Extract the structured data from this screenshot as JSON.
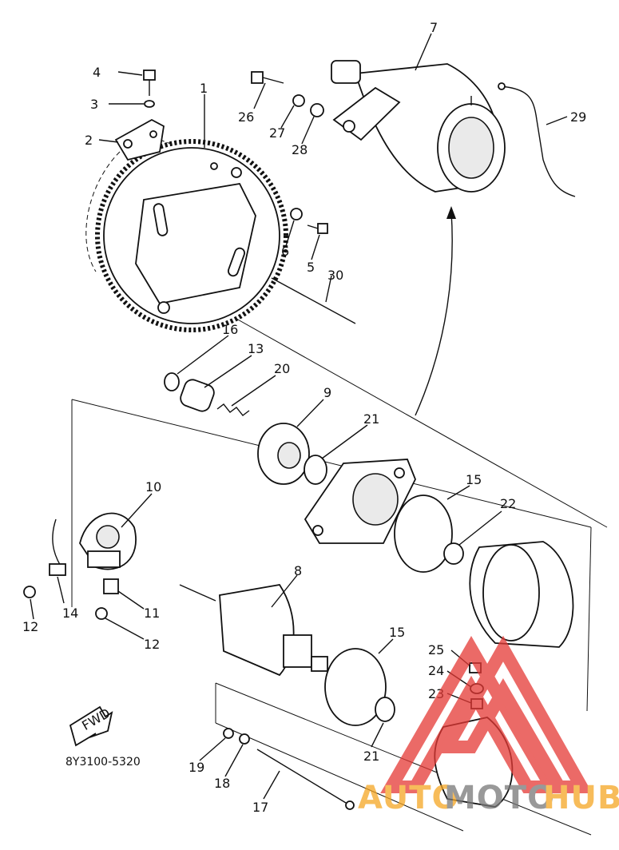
{
  "diagram": {
    "code": "8Y3100-5320",
    "fwd_label": "FWD",
    "part_labels": [
      {
        "id": "p1",
        "text": "1"
      },
      {
        "id": "p2",
        "text": "2"
      },
      {
        "id": "p3",
        "text": "3"
      },
      {
        "id": "p4",
        "text": "4"
      },
      {
        "id": "p5",
        "text": "5"
      },
      {
        "id": "p6",
        "text": "6"
      },
      {
        "id": "p7",
        "text": "7"
      },
      {
        "id": "p8",
        "text": "8"
      },
      {
        "id": "p9",
        "text": "9"
      },
      {
        "id": "p10",
        "text": "10"
      },
      {
        "id": "p11",
        "text": "11"
      },
      {
        "id": "p12a",
        "text": "12"
      },
      {
        "id": "p12b",
        "text": "12"
      },
      {
        "id": "p13",
        "text": "13"
      },
      {
        "id": "p14",
        "text": "14"
      },
      {
        "id": "p15a",
        "text": "15"
      },
      {
        "id": "p15b",
        "text": "15"
      },
      {
        "id": "p16",
        "text": "16"
      },
      {
        "id": "p17",
        "text": "17"
      },
      {
        "id": "p18",
        "text": "18"
      },
      {
        "id": "p19",
        "text": "19"
      },
      {
        "id": "p20",
        "text": "20"
      },
      {
        "id": "p21a",
        "text": "21"
      },
      {
        "id": "p21b",
        "text": "21"
      },
      {
        "id": "p22",
        "text": "22"
      },
      {
        "id": "p23",
        "text": "23"
      },
      {
        "id": "p24",
        "text": "24"
      },
      {
        "id": "p25",
        "text": "25"
      },
      {
        "id": "p26",
        "text": "26"
      },
      {
        "id": "p27",
        "text": "27"
      },
      {
        "id": "p28",
        "text": "28"
      },
      {
        "id": "p29",
        "text": "29"
      },
      {
        "id": "p30",
        "text": "30"
      }
    ]
  },
  "watermark": {
    "auto": "AUTO",
    "moto": "MOTO",
    "hub": "HUB",
    "colors": {
      "red": "#e53935",
      "orange": "#f5a623",
      "gray": "#777777"
    }
  }
}
